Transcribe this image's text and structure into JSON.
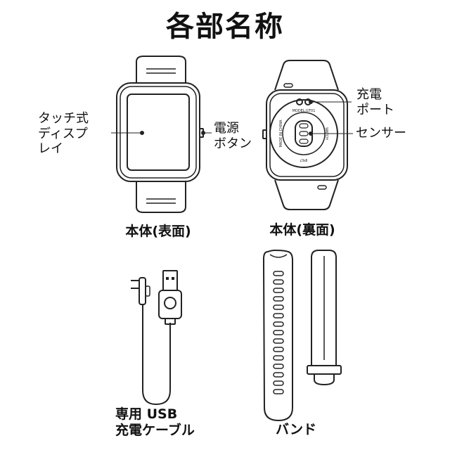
{
  "title": "各部名称",
  "front": {
    "caption": "本体(表面)",
    "display_label": [
      "タッチ式",
      "ディスプ",
      "レイ"
    ],
    "power_label": [
      "電源",
      "ボタン"
    ]
  },
  "back": {
    "caption": "本体(裏面)",
    "charge_port_label": [
      "充電",
      "ポート"
    ],
    "sensor_label": "センサー",
    "engraving": [
      "MODEL:GT01",
      "MADE IN CHINA",
      "WATCH",
      "IP67"
    ]
  },
  "cable": {
    "caption": [
      "専用 USB",
      "充電ケーブル"
    ]
  },
  "band": {
    "caption": "バンド"
  },
  "colors": {
    "line": "#222222",
    "dark": "#111111"
  }
}
